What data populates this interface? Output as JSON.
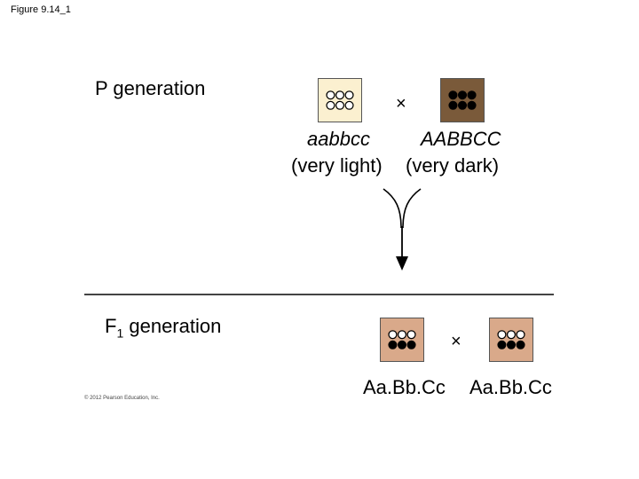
{
  "figure_label": "Figure 9.14_1",
  "p_generation": {
    "label": "P generation",
    "cross_symbol": "×",
    "parent_light": {
      "genotype": "aabbcc",
      "phenotype": "(very light)",
      "color": "#fbf0d0",
      "top_dots": [
        "open",
        "open",
        "open"
      ],
      "bottom_dots": [
        "open",
        "open",
        "open"
      ]
    },
    "parent_dark": {
      "genotype": "AABBCC",
      "phenotype": "(very dark)",
      "color": "#7a5a3a",
      "top_dots": [
        "filled",
        "filled",
        "filled"
      ],
      "bottom_dots": [
        "filled",
        "filled",
        "filled"
      ]
    }
  },
  "f1_generation": {
    "label_main": "F",
    "label_sub": "1",
    "label_rest": " generation",
    "cross_symbol": "×",
    "offspring_1": {
      "genotype": "Aa.Bb.Cc",
      "color": "#d9a98a",
      "top_dots": [
        "open",
        "open",
        "open"
      ],
      "bottom_dots": [
        "filled",
        "filled",
        "filled"
      ]
    },
    "offspring_2": {
      "genotype": "Aa.Bb.Cc",
      "color": "#d9a98a",
      "top_dots": [
        "open",
        "open",
        "open"
      ],
      "bottom_dots": [
        "filled",
        "filled",
        "filled"
      ]
    }
  },
  "copyright": "© 2012 Pearson Education, Inc."
}
